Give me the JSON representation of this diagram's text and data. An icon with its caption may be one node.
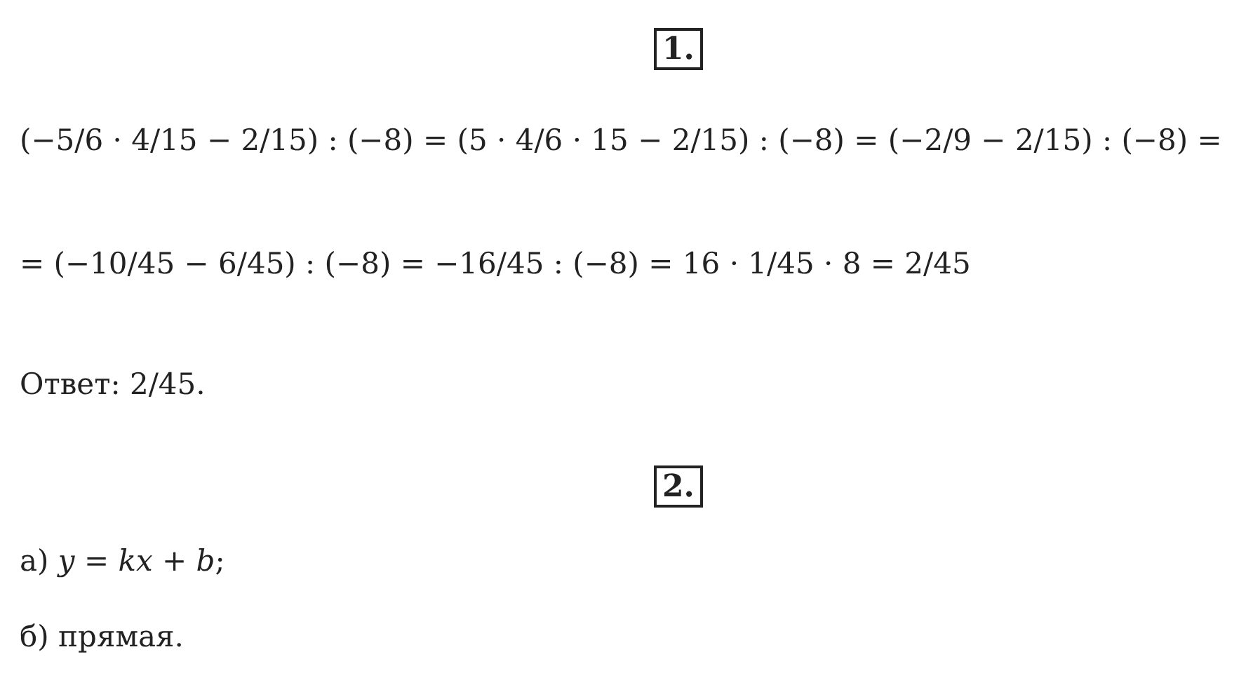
{
  "diagram": {
    "labels": [
      "1.",
      "(−5/6 · 4/15 − 2/15) : (−8) = (5 · 4/6 · 15 − 2/15) : (−8) = (−2/9 − 2/15) : (−8) =",
      "= (−10/45 − 6/45) : (−8) = −16/45 : (−8) = 16 · 1/45 · 8 = 2/45",
      "Ответ: 2/45.",
      "2.",
      "а) *y* = *kx* + *b*;",
      "б) прямая."
    ]
  }
}
